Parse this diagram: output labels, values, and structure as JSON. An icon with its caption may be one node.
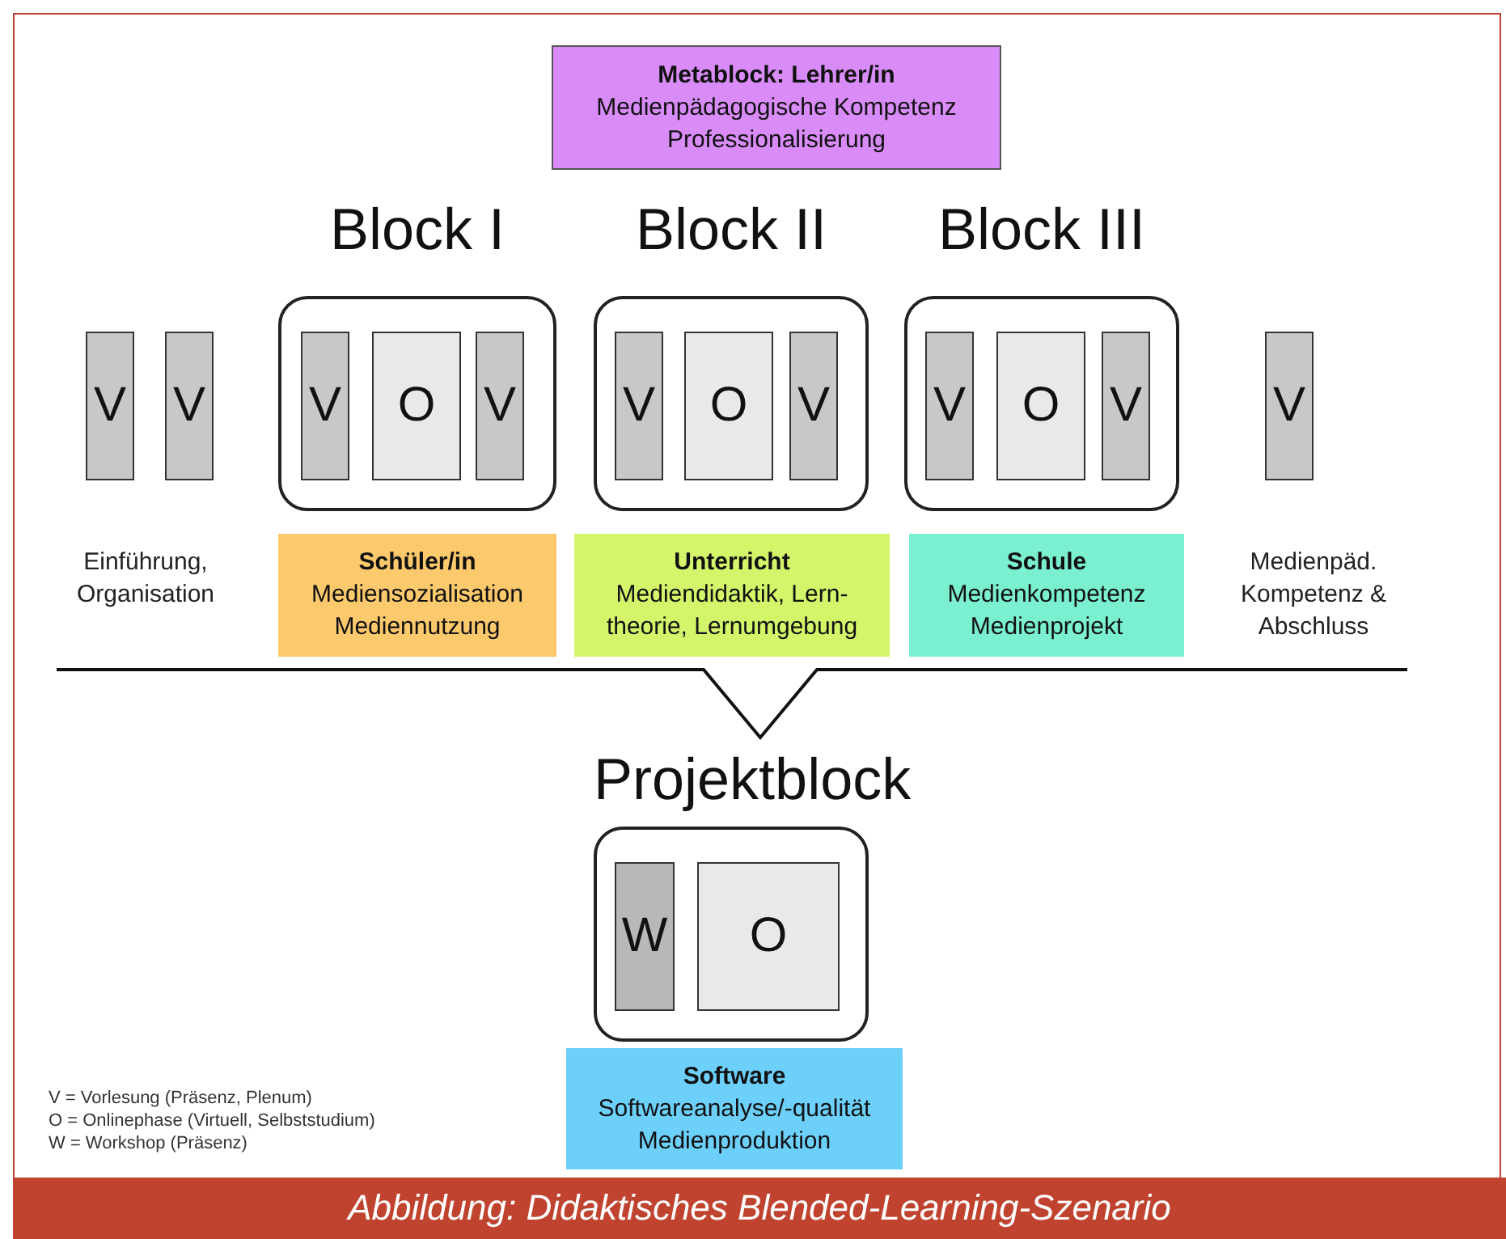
{
  "diagram": {
    "caption": "Abbildung: Didaktisches Blended-Learning-Szenario",
    "nodes": [
      {
        "text": [
          "Metablock: Lehrer/in",
          "Medienpädagogische Kompetenz",
          "Professionalisierung"
        ]
      },
      {
        "text": [
          "V"
        ]
      },
      {
        "text": [
          "V"
        ]
      },
      {
        "text": [
          "Block I"
        ]
      },
      {
        "text": [
          "V"
        ],
        "in": 3
      },
      {
        "text": [
          "O"
        ],
        "in": 3
      },
      {
        "text": [
          "V"
        ],
        "in": 3
      },
      {
        "text": [
          "Block II"
        ]
      },
      {
        "text": [
          "V"
        ],
        "in": 7
      },
      {
        "text": [
          "O"
        ],
        "in": 7
      },
      {
        "text": [
          "V"
        ],
        "in": 7
      },
      {
        "text": [
          "Block III"
        ]
      },
      {
        "text": [
          "V"
        ],
        "in": 11
      },
      {
        "text": [
          "O"
        ],
        "in": 11
      },
      {
        "text": [
          "V"
        ],
        "in": 11
      },
      {
        "text": [
          "V"
        ]
      },
      {
        "text": [
          "Schüler/in",
          "Mediensozialisation",
          "Mediennutzung"
        ]
      },
      {
        "text": [
          "Unterricht",
          "Mediendidaktik, Lern- theorie, Lernumgebung"
        ]
      },
      {
        "text": [
          "Schule",
          "Medienkompetenz",
          "Medienprojekt"
        ]
      },
      {
        "text": [
          "Projektblock"
        ]
      },
      {
        "text": [
          "W"
        ],
        "in": 19
      },
      {
        "text": [
          "O"
        ],
        "in": 19
      },
      {
        "text": [
          "Software",
          "Softwareanalyse/-qualität",
          "Medienproduktion"
        ]
      }
    ],
    "labels": [
      "Einführung, Organisation",
      "Medienpäd. Kompetenz & Abschluss",
      "V = Vorlesung (Präsenz, Plenum)",
      "O = Onlinephase (Virtuell, Selbststudium)",
      "W = Workshop (Präsenz)"
    ]
  }
}
